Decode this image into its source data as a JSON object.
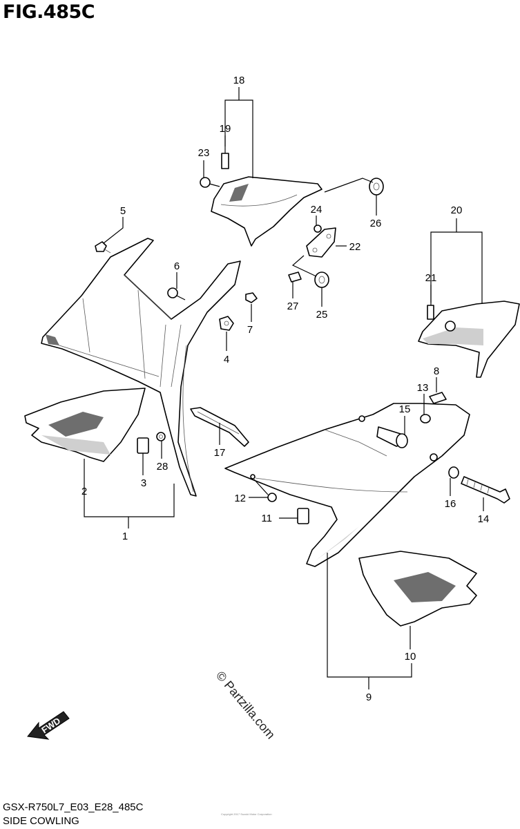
{
  "figure": {
    "title": "FIG.485C",
    "model_code": "GSX-R750L7_E03_E28_485C",
    "section_name": "SIDE COWLING",
    "fine_print": "Copyright 2017 Suzuki Motor Corporation"
  },
  "watermark": "© Partzilla.com",
  "fwd_label": "FWD",
  "callouts": {
    "c1": "1",
    "c2": "2",
    "c3": "3",
    "c4": "4",
    "c5": "5",
    "c6": "6",
    "c7": "7",
    "c8": "8",
    "c9": "9",
    "c10": "10",
    "c11": "11",
    "c12": "12",
    "c13": "13",
    "c14": "14",
    "c15": "15",
    "c16": "16",
    "c17": "17",
    "c18": "18",
    "c19": "19",
    "c20": "20",
    "c21": "21",
    "c22": "22",
    "c23": "23",
    "c24": "24",
    "c25": "25",
    "c26": "26",
    "c27": "27",
    "c28": "28"
  }
}
